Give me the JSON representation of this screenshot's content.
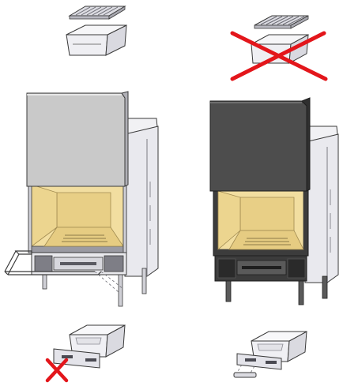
{
  "colors": {
    "background": "#ffffff",
    "cross_red": "#e3161b",
    "glass_yellow": "#f2dea0",
    "grey_panel": "#c9c9c9",
    "dark_panel": "#4d4d4d",
    "steel_light": "#e7e7ed",
    "steel_dark": "#3c3c3c",
    "outline": "#3a3a3a"
  },
  "variants": [
    {
      "finish": "light",
      "ash_grate": "supported",
      "ash_drawer_pull": "not-supported"
    },
    {
      "finish": "dark",
      "ash_grate": "not-supported",
      "ash_drawer_pull": "supported"
    }
  ],
  "icons": [
    "ash-tray-grate-icon",
    "fireplace-icon",
    "ash-drawer-icon",
    "red-cross-icon"
  ]
}
